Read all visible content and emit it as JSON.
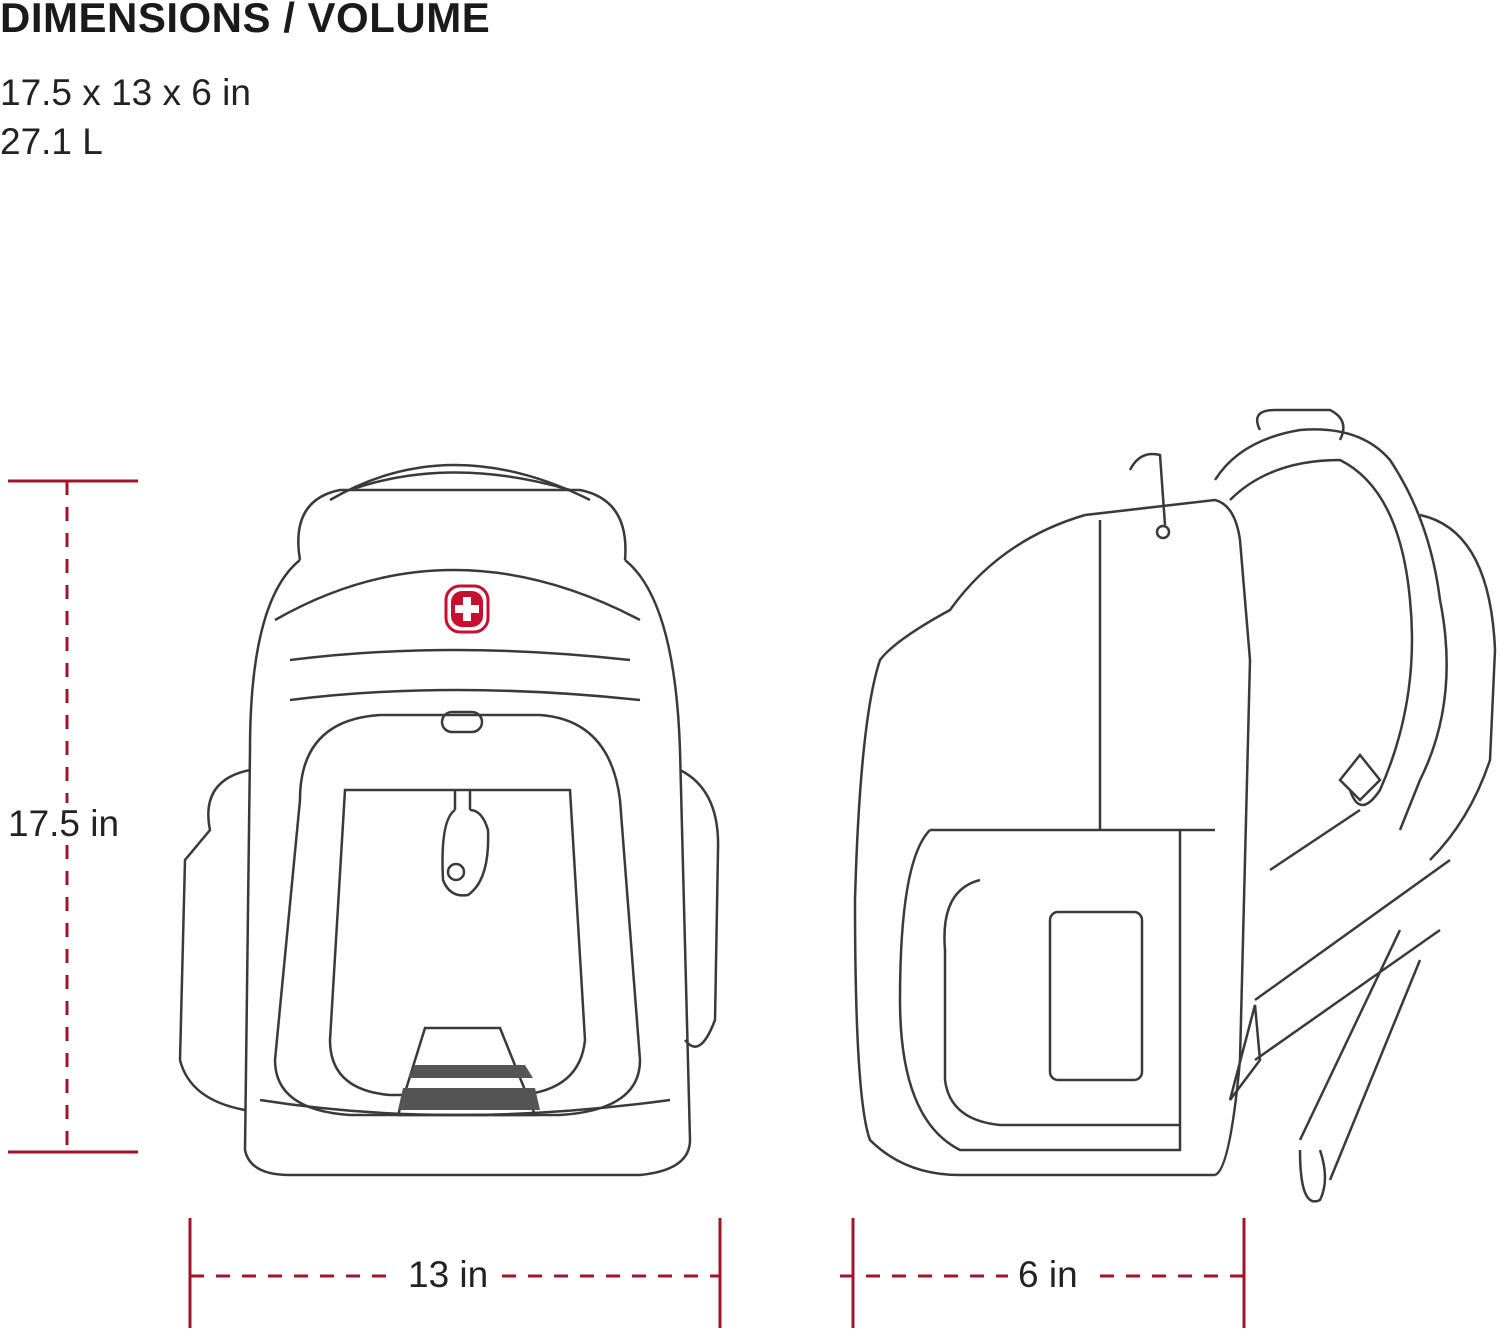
{
  "header": {
    "title": "DIMENSIONS / VOLUME",
    "dimensions": "17.5 x 13 x 6 in",
    "volume": "27.1 L"
  },
  "measurements": {
    "height_label": "17.5 in",
    "width_label": "13 in",
    "depth_label": "6 in"
  },
  "colors": {
    "dimension_line": "#a3132a",
    "outline": "#3a3a3a",
    "logo_red": "#c8102e"
  }
}
